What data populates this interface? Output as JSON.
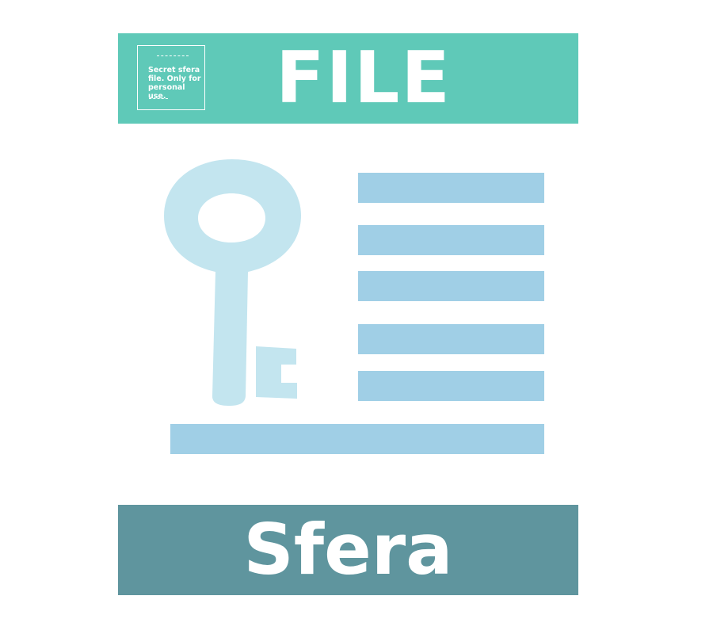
{
  "header": {
    "title": "FILE",
    "stamp_text": "Secret sfera file. Only for personal use."
  },
  "footer": {
    "title": "Sfera"
  },
  "colors": {
    "header_bar": "#5fc9b8",
    "footer_bar": "#5f959e",
    "text_lines": "#a0cfe6",
    "key": "#c3e5ef",
    "background": "#ffffff"
  },
  "icons": {
    "main": "key-icon",
    "content": "text-lines"
  }
}
